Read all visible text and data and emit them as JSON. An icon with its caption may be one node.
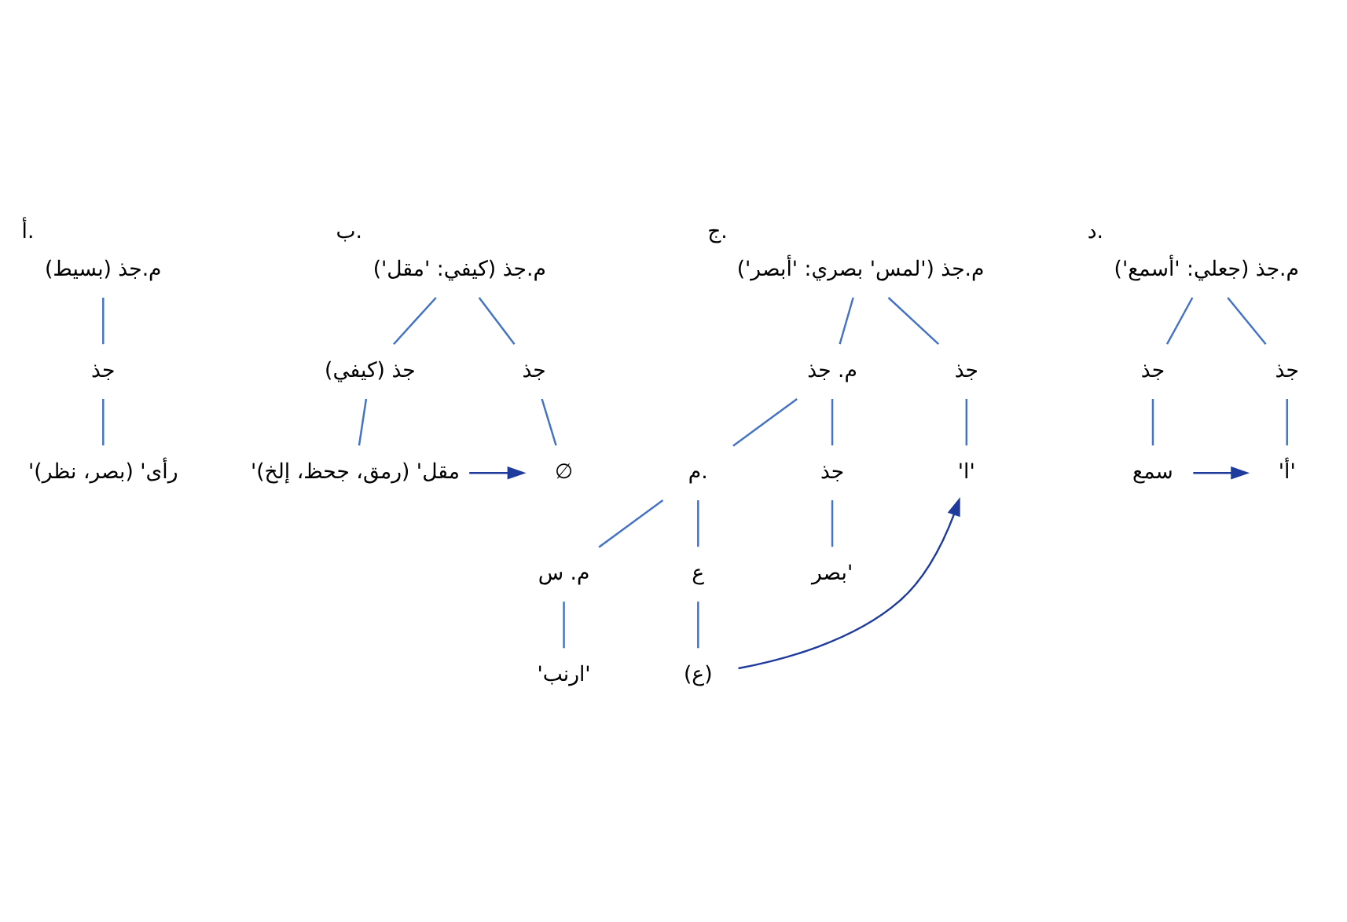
{
  "diagram": {
    "nodes": [
      {
        "text": [
          "م.جذ (بسيط)"
        ],
        "beside": [
          "أ."
        ]
      },
      {
        "text": [
          "جذ"
        ]
      },
      {
        "text": [
          "'رأى' (بصر، نظر)"
        ]
      },
      {
        "text": [
          "م.جذ (كيفي: 'مقل')"
        ],
        "beside": [
          "ب."
        ]
      },
      {
        "text": [
          "جذ (كيفي)"
        ]
      },
      {
        "text": [
          "جذ"
        ]
      },
      {
        "text": [
          "'مقل' (رمق، جحظ، إلخ)"
        ]
      },
      {
        "text": [
          "∅"
        ]
      },
      {
        "text": [
          "م.جذ ('لمس' بصري: 'أبصر')"
        ],
        "beside": [
          "ج."
        ]
      },
      {
        "text": [
          "م. جذ"
        ]
      },
      {
        "text": [
          "جذ"
        ]
      },
      {
        "text": [
          "م."
        ]
      },
      {
        "text": [
          "جذ"
        ]
      },
      {
        "text": [
          "م. س"
        ]
      },
      {
        "text": [
          "ع"
        ]
      },
      {
        "text": [
          "بصر'"
        ]
      },
      {
        "text": [
          "'ارنب'"
        ]
      },
      {
        "text": [
          "(ع)"
        ]
      },
      {
        "text": [
          "'ا'"
        ]
      },
      {
        "text": [
          "م.جذ (جعلي: 'أسمع')"
        ],
        "beside": [
          "د."
        ]
      },
      {
        "text": [
          "جذ"
        ]
      },
      {
        "text": [
          "جذ"
        ]
      },
      {
        "text": [
          "سمع"
        ]
      },
      {
        "text": [
          "'أ'"
        ]
      }
    ],
    "edges": [
      {
        "from": 0,
        "to": 1,
        "arrow": "none"
      },
      {
        "from": 1,
        "to": 2,
        "arrow": "none"
      },
      {
        "from": 3,
        "to": 4,
        "arrow": "none"
      },
      {
        "from": 3,
        "to": 5,
        "arrow": "none"
      },
      {
        "from": 4,
        "to": 6,
        "arrow": "none"
      },
      {
        "from": 5,
        "to": 7,
        "arrow": "none"
      },
      {
        "from": 6,
        "to": 7,
        "arrow": "to",
        "color": "#1f3c9c"
      },
      {
        "from": 8,
        "to": 9,
        "arrow": "none"
      },
      {
        "from": 8,
        "to": 10,
        "arrow": "none"
      },
      {
        "from": 9,
        "to": 11,
        "arrow": "none"
      },
      {
        "from": 9,
        "to": 12,
        "arrow": "none"
      },
      {
        "from": 11,
        "to": 13,
        "arrow": "none"
      },
      {
        "from": 11,
        "to": 14,
        "arrow": "none"
      },
      {
        "from": 12,
        "to": 15,
        "arrow": "none"
      },
      {
        "from": 13,
        "to": 16,
        "arrow": "none"
      },
      {
        "from": 14,
        "to": 17,
        "arrow": "none"
      },
      {
        "from": 10,
        "to": 18,
        "arrow": "none"
      },
      {
        "from": 17,
        "to": 18,
        "arrow": "to",
        "color": "#1f3c9c"
      },
      {
        "from": 19,
        "to": 20,
        "arrow": "none"
      },
      {
        "from": 19,
        "to": 21,
        "arrow": "none"
      },
      {
        "from": 20,
        "to": 22,
        "arrow": "none"
      },
      {
        "from": 21,
        "to": 23,
        "arrow": "none"
      },
      {
        "from": 22,
        "to": 23,
        "arrow": "to",
        "color": "#1f3c9c"
      }
    ]
  }
}
